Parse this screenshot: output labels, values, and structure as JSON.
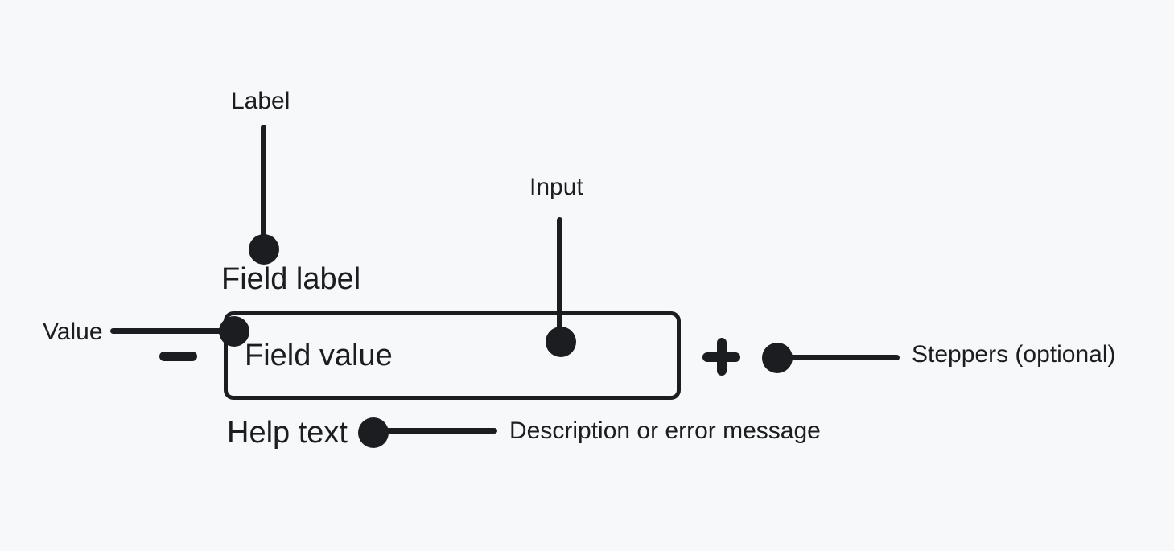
{
  "colors": {
    "bg": "#f7f8fa",
    "ink": "#1c1d20"
  },
  "annotations": {
    "label": "Label",
    "input": "Input",
    "value": "Value",
    "steppers": "Steppers (optional)",
    "help": "Description or error message"
  },
  "component": {
    "field_label": "Field label",
    "field_value": "Field value",
    "help_text": "Help text",
    "decrement_icon": "minus",
    "increment_icon": "plus"
  }
}
